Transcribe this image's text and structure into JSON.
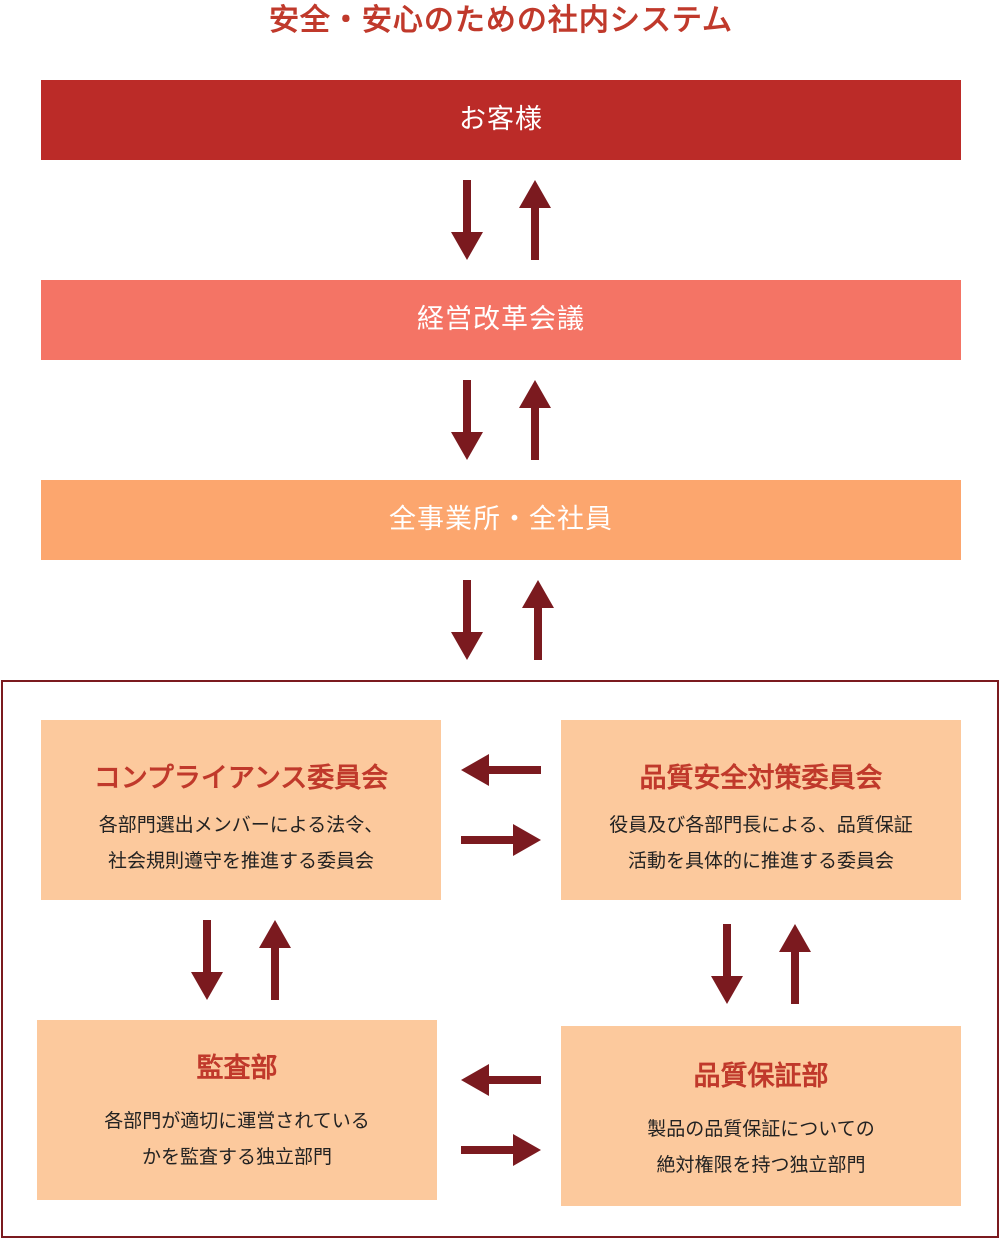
{
  "title": "安全・安心のための社内システム",
  "bands": {
    "customer": "お客様",
    "council": "経営改革会議",
    "staff": "全事業所・全社員"
  },
  "boxes": {
    "compliance": {
      "title": "コンプライアンス委員会",
      "desc1": "各部門選出メンバーによる法令、",
      "desc2": "社会規則遵守を推進する委員会"
    },
    "quality_safety": {
      "title": "品質安全対策委員会",
      "desc1": "役員及び各部門長による、品質保証",
      "desc2": "活動を具体的に推進する委員会"
    },
    "audit": {
      "title": "監査部",
      "desc1": "各部門が適切に運営されている",
      "desc2": "かを監査する独立部門"
    },
    "qa": {
      "title": "品質保証部",
      "desc1": "製品の品質保証についての",
      "desc2": "絶対権限を持つ独立部門"
    }
  },
  "colors": {
    "title": "#c0392b",
    "customer": "#bb2b28",
    "council": "#f47465",
    "staff": "#fca66e",
    "box": "#fcc99d",
    "arrow": "#7b1a1f"
  }
}
